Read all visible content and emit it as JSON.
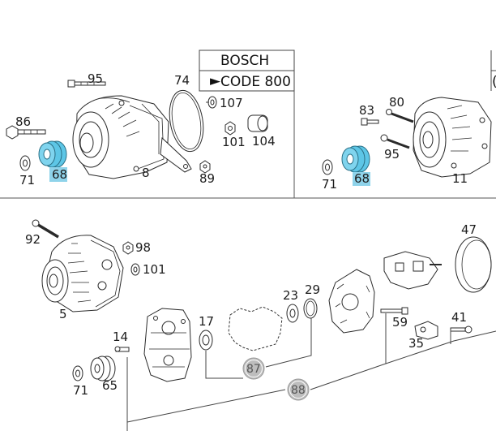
{
  "colors": {
    "highlight": "#5dc6e6",
    "highlight_label": "#8fd3ea",
    "grey_circle": "#bdbdbd"
  },
  "header_box": {
    "brand": "BOSCH",
    "code": "CODE 800",
    "marker": "►"
  },
  "top_left": {
    "labels": [
      "95",
      "74",
      "107",
      "86",
      "101",
      "104",
      "71",
      "8",
      "89"
    ],
    "highlight_label": "68"
  },
  "top_right": {
    "labels": [
      "83",
      "80",
      "95",
      "71",
      "11"
    ],
    "highlight_label": "68"
  },
  "bottom": {
    "labels": [
      "92",
      "98",
      "101",
      "47",
      "5",
      "23",
      "29",
      "17",
      "59",
      "14",
      "41",
      "35",
      "71",
      "65"
    ],
    "circled": [
      "87",
      "88"
    ]
  }
}
